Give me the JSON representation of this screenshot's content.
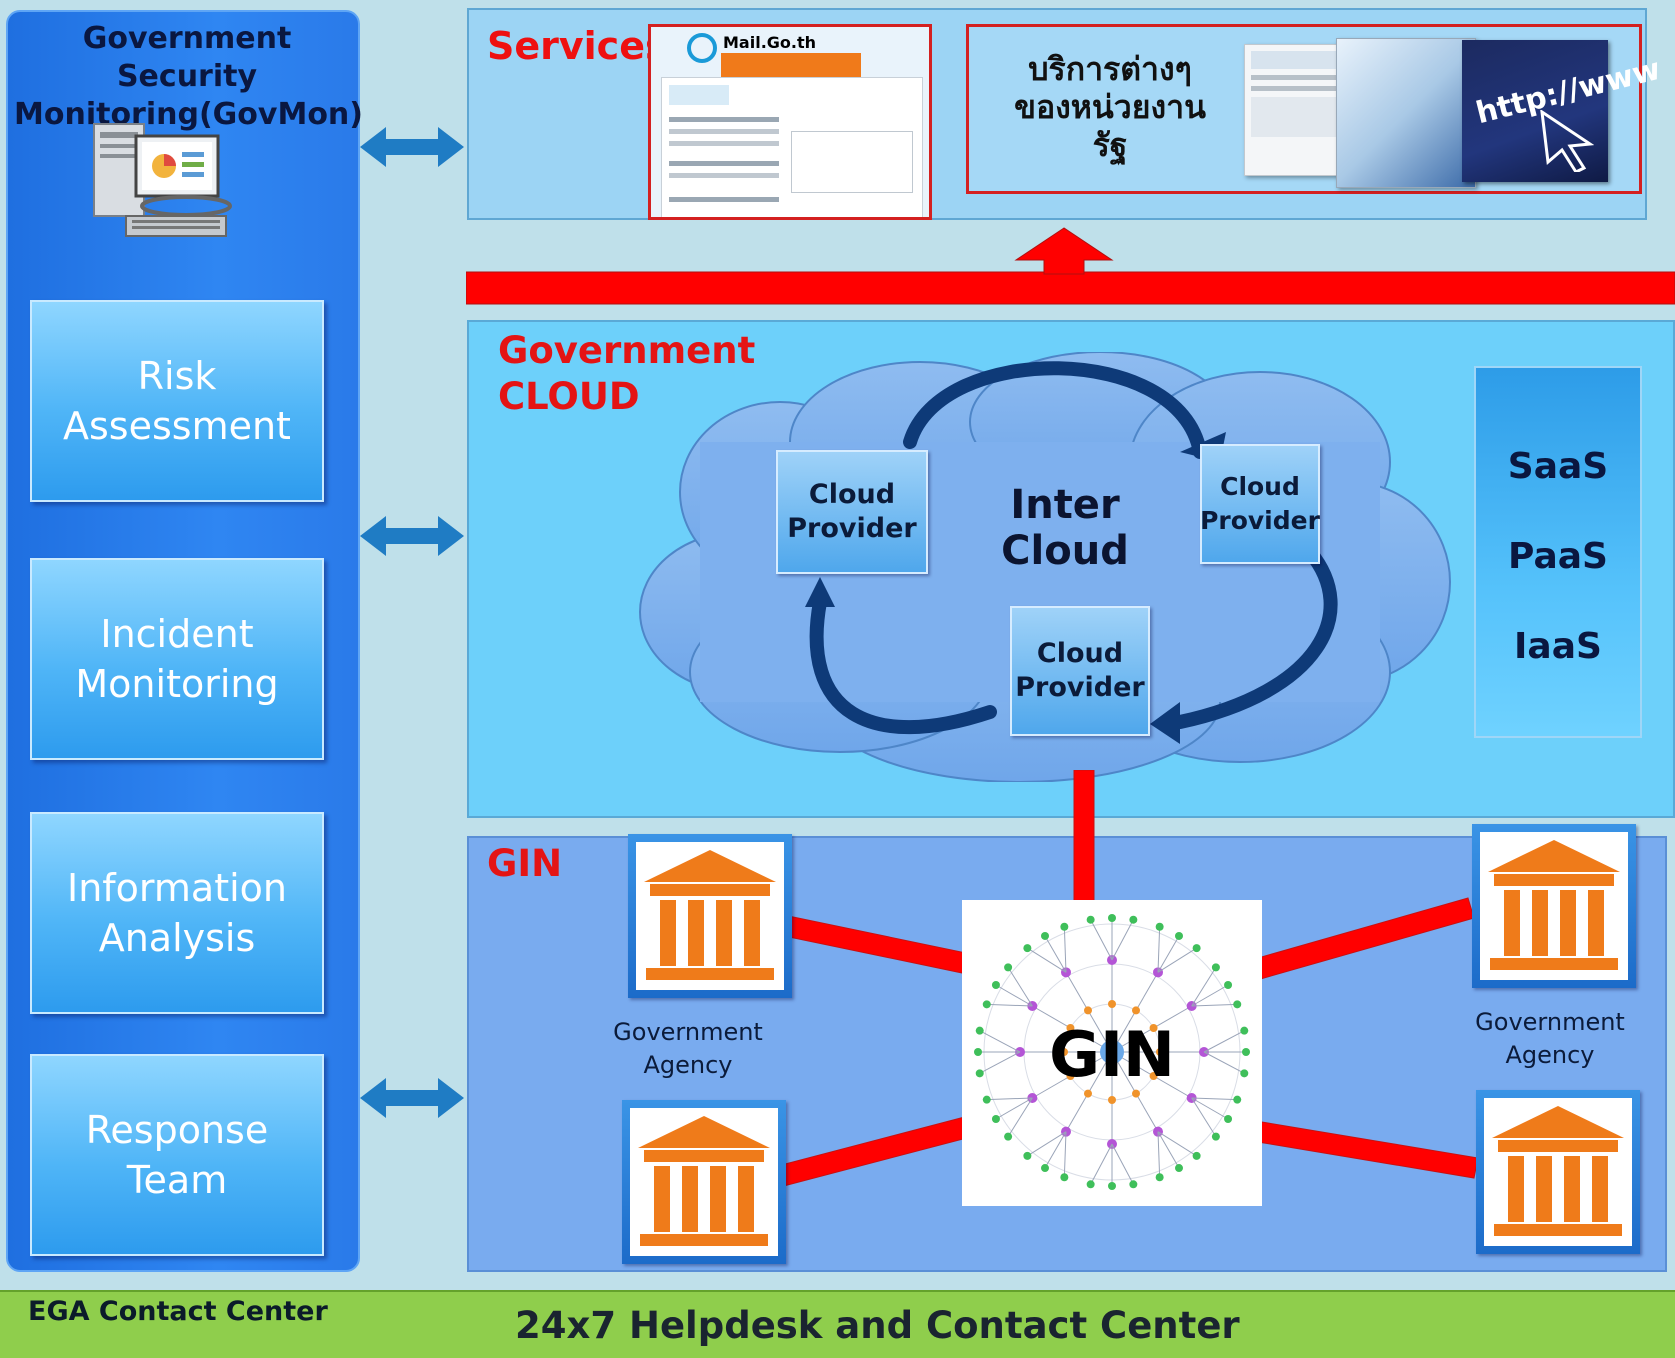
{
  "govmon": {
    "title": "Government Security Monitoring(GovMon)",
    "functions": [
      "Risk Assessment",
      "Incident Monitoring",
      "Information Analysis",
      "Response Team"
    ]
  },
  "services": {
    "label": "Services",
    "mail_logo": "Mail.Go.th",
    "thai_text": "บริการต่างๆ ของหน่วยงานรัฐ",
    "url_text": "http://www"
  },
  "cloud": {
    "label": "Government CLOUD",
    "inter_cloud": "Inter Cloud",
    "providers": [
      "Cloud Provider",
      "Cloud Provider",
      "Cloud Provider"
    ],
    "tiers": [
      "SaaS",
      "PaaS",
      "IaaS"
    ]
  },
  "gin": {
    "label": "GIN",
    "center_label": "GIN",
    "agency_labels": [
      "Government Agency",
      "Government Agency"
    ]
  },
  "footer": {
    "left": "EGA Contact Center",
    "main": "24x7 Helpdesk and Contact Center"
  },
  "colors": {
    "accent_red": "#ff0000",
    "agency_orange": "#ef7b1a",
    "footer_green": "#8fce4c",
    "govmon_blue": "#2a7ae9"
  }
}
